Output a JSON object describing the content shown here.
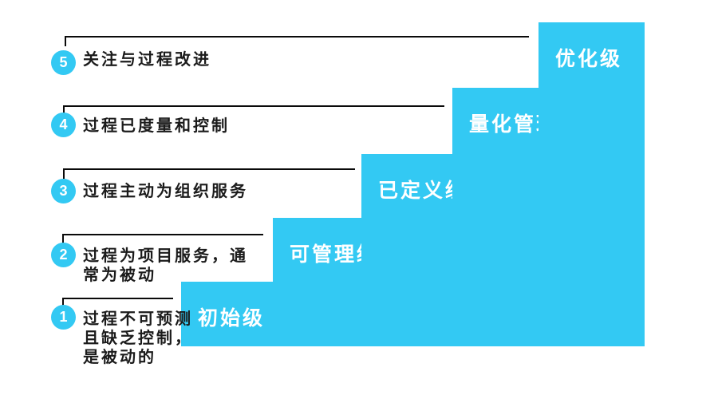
{
  "diagram": {
    "subject": "CMMI maturity levels staircase"
  },
  "colors": {
    "accent": "#33c9f3",
    "ink": "#1b1b1b",
    "line": "#0a0a0a",
    "label": "#ffffff"
  },
  "levels": [
    {
      "number": "5",
      "step_label": "优化级",
      "lines": [
        "关注与过程改进"
      ]
    },
    {
      "number": "4",
      "step_label": "量化管理级",
      "lines": [
        "过程已度量和控制"
      ]
    },
    {
      "number": "3",
      "step_label": "已定义级",
      "lines": [
        "过程主动为组织服务"
      ]
    },
    {
      "number": "2",
      "step_label": "可管理级",
      "lines": [
        "过程为项目服务，通",
        "常为被动"
      ]
    },
    {
      "number": "1",
      "step_label": "初始级",
      "lines": [
        "过程不可预测",
        "且缺乏控制，",
        "是被动的"
      ]
    }
  ]
}
